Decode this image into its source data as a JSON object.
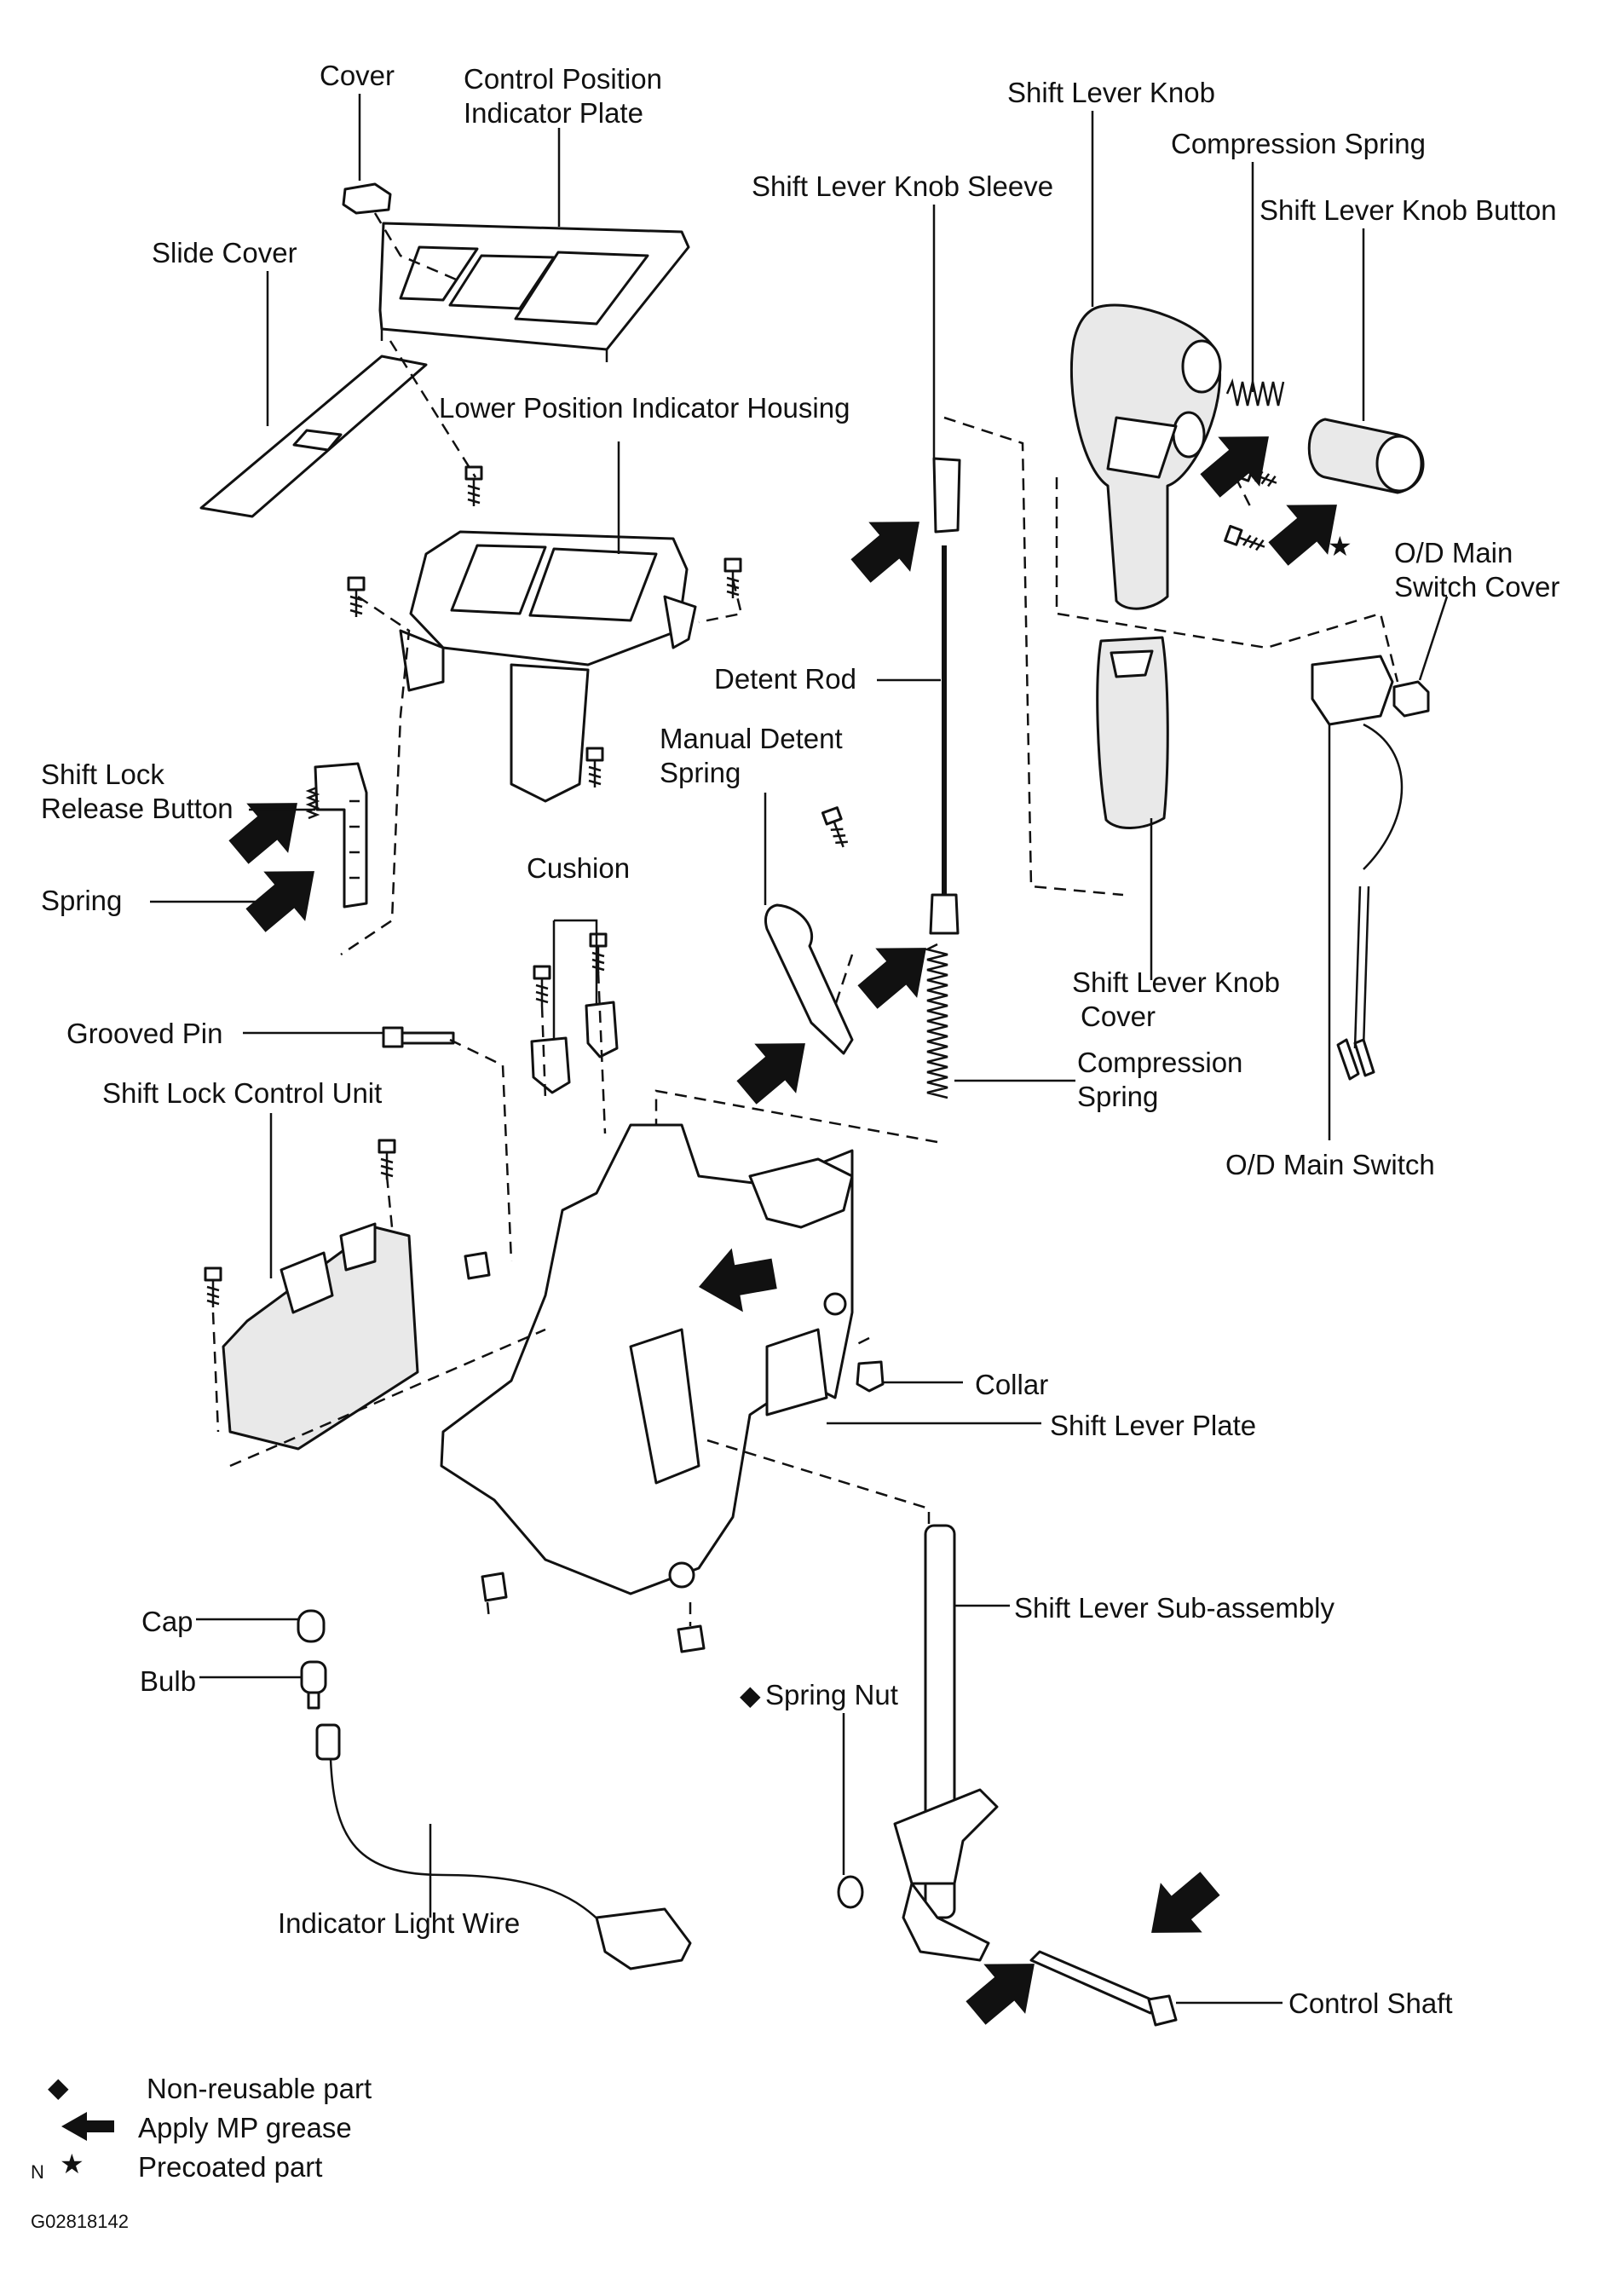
{
  "labels": {
    "cover": "Cover",
    "control_position_indicator_plate_1": "Control Position",
    "control_position_indicator_plate_2": "Indicator Plate",
    "slide_cover": "Slide Cover",
    "lower_position_indicator_housing": "Lower Position Indicator Housing",
    "shift_lever_knob": "Shift Lever Knob",
    "compression_spring_top": "Compression Spring",
    "shift_lever_knob_sleeve": "Shift Lever Knob Sleeve",
    "shift_lever_knob_button": "Shift Lever Knob Button",
    "od_main_switch_cover_1": "O/D Main",
    "od_main_switch_cover_2": "Switch Cover",
    "detent_rod": "Detent Rod",
    "manual_detent_spring_1": "Manual Detent",
    "manual_detent_spring_2": "Spring",
    "shift_lock_release_button_1": "Shift Lock",
    "shift_lock_release_button_2": "Release Button",
    "spring": "Spring",
    "cushion": "Cushion",
    "shift_lever_knob_cover_1": "Shift Lever Knob",
    "shift_lever_knob_cover_2": "Cover",
    "grooved_pin": "Grooved Pin",
    "compression_spring_bottom_1": "Compression",
    "compression_spring_bottom_2": "Spring",
    "shift_lock_control_unit": "Shift Lock Control Unit",
    "od_main_switch": "O/D Main Switch",
    "collar": "Collar",
    "shift_lever_plate": "Shift Lever Plate",
    "shift_lever_sub_assembly": "Shift  Lever  Sub-assembly",
    "cap": "Cap",
    "bulb": "Bulb",
    "spring_nut": "Spring Nut",
    "indicator_light_wire": "Indicator Light Wire",
    "control_shaft": "Control Shaft"
  },
  "symbols": {
    "non_reusable": "◆",
    "precoated": "★"
  },
  "legend": {
    "non_reusable": "Non-reusable part",
    "apply_grease": "Apply MP grease",
    "precoated": "Precoated part"
  },
  "corner_mark": "N",
  "figure_code": "G02818142"
}
